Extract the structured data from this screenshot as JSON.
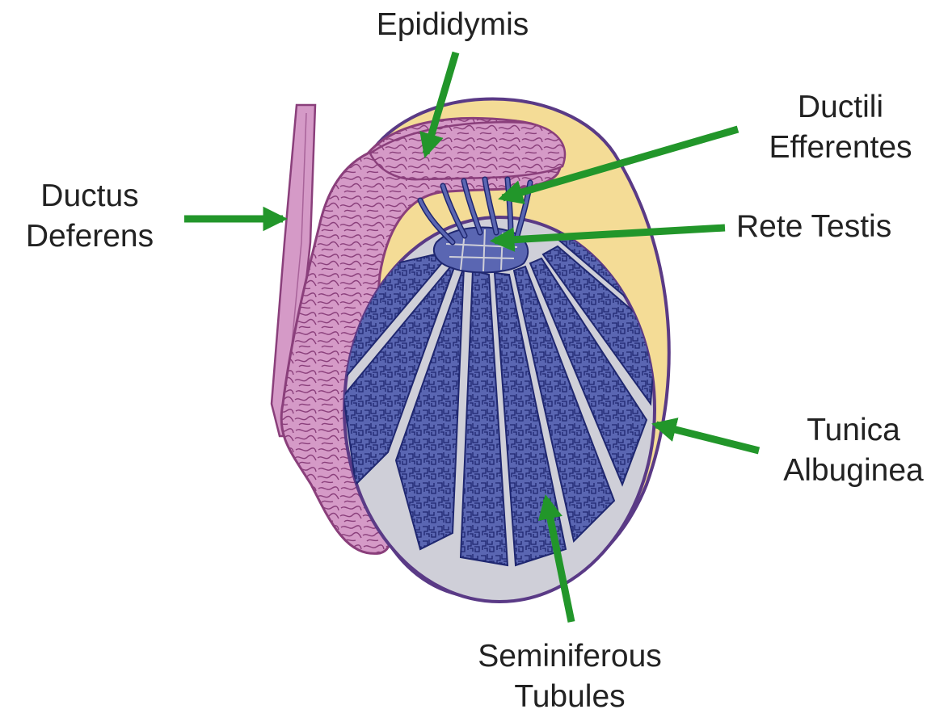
{
  "labels": {
    "epididymis": [
      "Epididymis"
    ],
    "ductili_efferentes": [
      "Ductili",
      "Efferentes"
    ],
    "ductus_deferens": [
      "Ductus",
      "Deferens"
    ],
    "rete_testis": [
      "Rete Testis"
    ],
    "tunica_albuginea": [
      "Tunica",
      "Albuginea"
    ],
    "seminiferous_tubules": [
      "Seminiferous",
      "Tubules"
    ]
  },
  "colors": {
    "arrow": "#22962a",
    "outline": "#5a3a86",
    "tunica_fill": "#f4dc96",
    "epididymis_fill": "#d59ac7",
    "epididymis_detail": "#8a3f7b",
    "testis_bg": "#cfcfd8",
    "tubule_fill": "#5a66b2",
    "tubule_detail": "#1f2770",
    "text": "#222222"
  }
}
